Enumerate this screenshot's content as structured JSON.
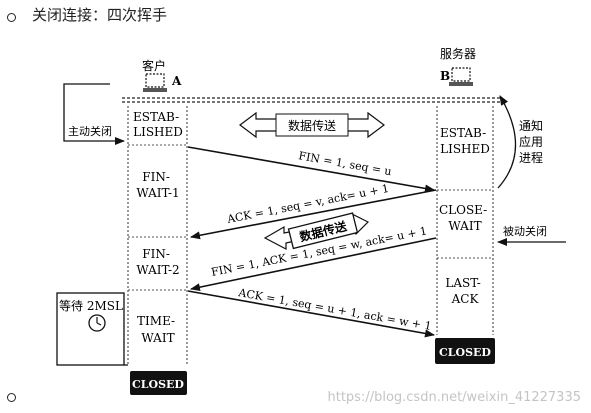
{
  "heading": "关闭连接：四次挥手",
  "diagram": {
    "client_label": "客户",
    "client_letter": "A",
    "server_label": "服务器",
    "server_letter": "B",
    "client_states": {
      "established": [
        "ESTAB-",
        "LISHED"
      ],
      "fin_wait_1": [
        "FIN-",
        "WAIT-1"
      ],
      "fin_wait_2": [
        "FIN-",
        "WAIT-2"
      ],
      "time_wait": [
        "TIME-",
        "WAIT"
      ],
      "closed": "CLOSED"
    },
    "server_states": {
      "established": [
        "ESTAB-",
        "LISHED"
      ],
      "close_wait": [
        "CLOSE-",
        "WAIT"
      ],
      "last_ack": [
        "LAST-",
        "ACK"
      ],
      "closed": "CLOSED"
    },
    "active_close": "主动关闭",
    "passive_close": "被动关闭",
    "notify_app": [
      "通知",
      "应用",
      "进程"
    ],
    "data_transfer": "数据传送",
    "wait_2msl": "等待 2MSL",
    "messages": {
      "fin1": "FIN = 1, seq = u",
      "ack1": "ACK = 1, seq = v, ack= u + 1",
      "fin2": "FIN = 1, ACK = 1, seq = w, ack= u + 1",
      "ack2": "ACK = 1, seq = u + 1, ack = w + 1"
    }
  },
  "watermark": "https://blog.csdn.net/weixin_41227335"
}
